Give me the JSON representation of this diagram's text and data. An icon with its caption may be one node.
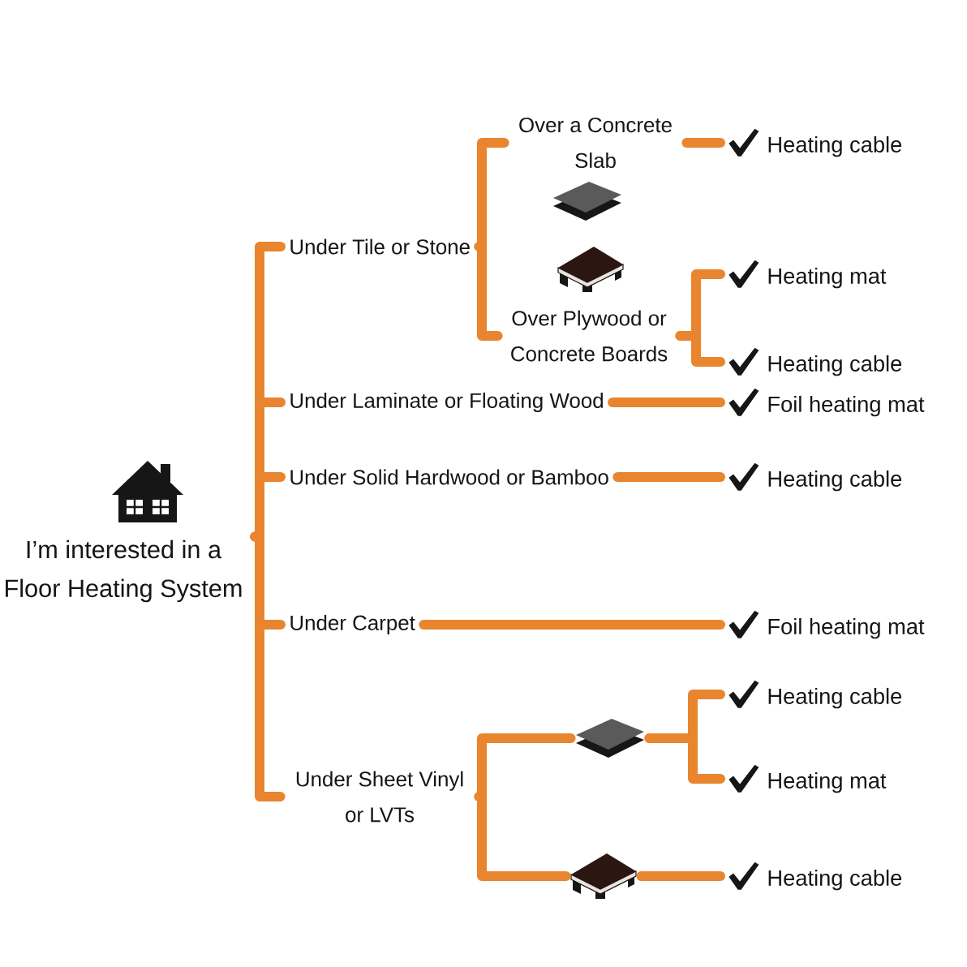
{
  "diagram": {
    "nodes": [
      {
        "text": [
          "I’m interested in a Floor Heating System"
        ]
      },
      {
        "text": [
          "Under Tile or Stone"
        ]
      },
      {
        "text": [
          "Over a Concrete Slab"
        ]
      },
      {
        "text": [
          "Over Plywood or Concrete Boards"
        ]
      },
      {
        "text": [
          "Heating cable"
        ]
      },
      {
        "text": [
          "Heating mat"
        ]
      },
      {
        "text": [
          "Heating cable"
        ]
      },
      {
        "text": [
          "Under Laminate or Floating Wood"
        ]
      },
      {
        "text": [
          "Foil heating mat"
        ]
      },
      {
        "text": [
          "Under Solid Hardwood or Bamboo"
        ]
      },
      {
        "text": [
          "Heating cable"
        ]
      },
      {
        "text": [
          "Under Carpet"
        ]
      },
      {
        "text": [
          "Foil heating mat"
        ]
      },
      {
        "text": [
          "Under Sheet Vinyl or LVTs"
        ]
      },
      {
        "text": [],
        "shape": "picture"
      },
      {
        "text": [],
        "shape": "picture"
      },
      {
        "text": [
          "Heating cable"
        ]
      },
      {
        "text": [
          "Heating mat"
        ]
      },
      {
        "text": [
          "Heating cable"
        ]
      }
    ],
    "edges": [
      {
        "from": 0,
        "to": 1,
        "arrow": "none"
      },
      {
        "from": 0,
        "to": 7,
        "arrow": "none"
      },
      {
        "from": 0,
        "to": 9,
        "arrow": "none"
      },
      {
        "from": 0,
        "to": 11,
        "arrow": "none"
      },
      {
        "from": 0,
        "to": 13,
        "arrow": "none"
      },
      {
        "from": 1,
        "to": 2,
        "arrow": "none"
      },
      {
        "from": 1,
        "to": 3,
        "arrow": "none"
      },
      {
        "from": 2,
        "to": 4,
        "arrow": "none"
      },
      {
        "from": 3,
        "to": 5,
        "arrow": "none"
      },
      {
        "from": 3,
        "to": 6,
        "arrow": "none"
      },
      {
        "from": 7,
        "to": 8,
        "arrow": "none"
      },
      {
        "from": 9,
        "to": 10,
        "arrow": "none"
      },
      {
        "from": 11,
        "to": 12,
        "arrow": "none"
      },
      {
        "from": 13,
        "to": 14,
        "arrow": "none"
      },
      {
        "from": 13,
        "to": 15,
        "arrow": "none"
      },
      {
        "from": 14,
        "to": 16,
        "arrow": "none"
      },
      {
        "from": 14,
        "to": 17,
        "arrow": "none"
      },
      {
        "from": 15,
        "to": 18,
        "arrow": "none"
      }
    ]
  }
}
